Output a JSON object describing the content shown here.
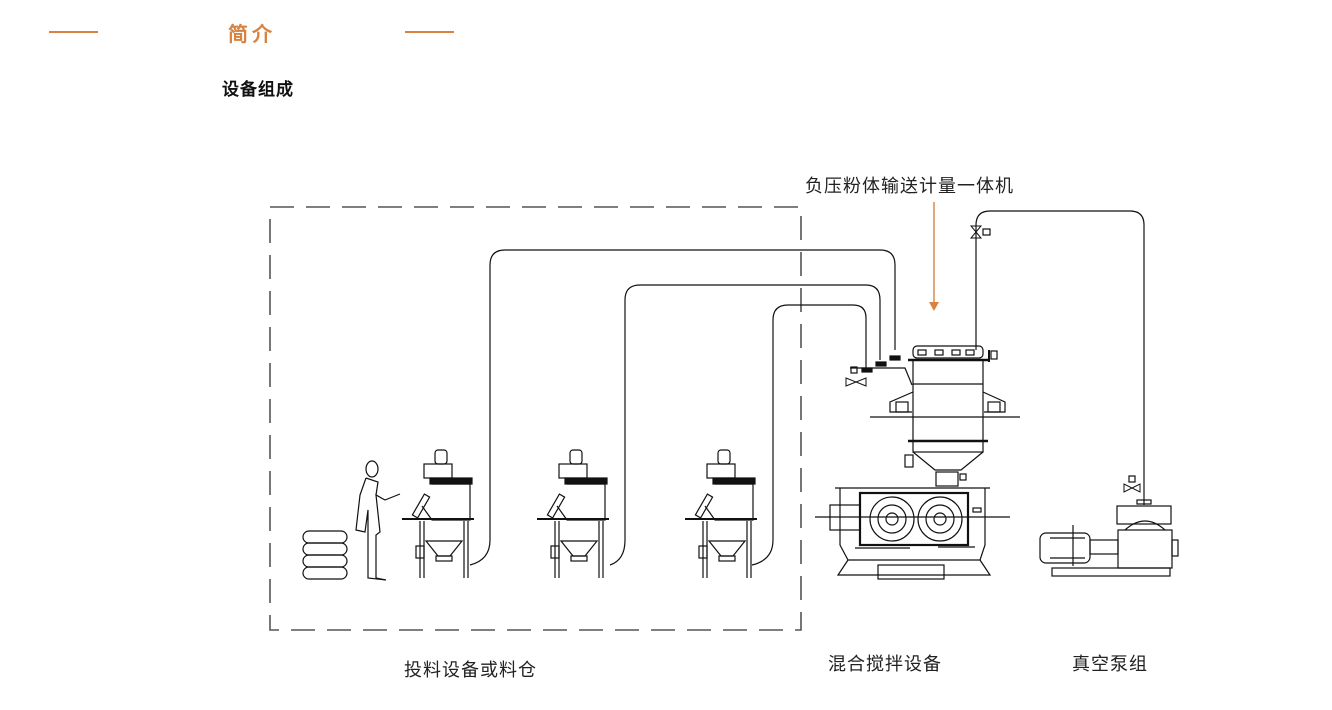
{
  "header": {
    "title": "简介",
    "subtitle": "设备组成",
    "accent_color": "#d9823f"
  },
  "diagram": {
    "callout_label": "负压粉体输送计量一体机",
    "zones": [
      {
        "id": "feeding",
        "label": "投料设备或料仓"
      },
      {
        "id": "mixing",
        "label": "混合搅拌设备"
      },
      {
        "id": "vacuum",
        "label": "真空泵组"
      }
    ],
    "feeding_stations": 3,
    "line_color": "#111111",
    "dash_color": "#555555"
  }
}
